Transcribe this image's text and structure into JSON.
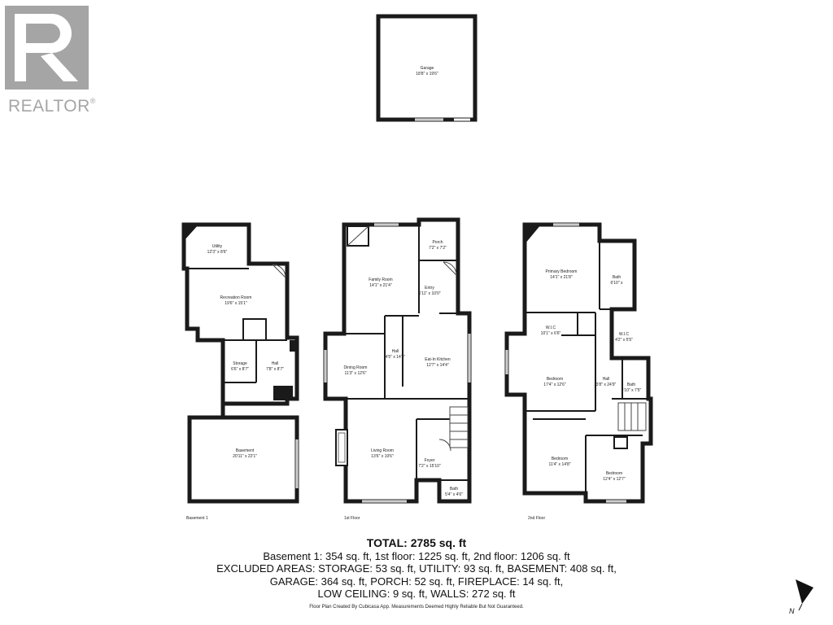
{
  "logo": {
    "word": "REALTOR",
    "reg": "®"
  },
  "garage": {
    "name": "Garage",
    "dim": "18'8\" x 19'6\""
  },
  "levels": {
    "basement": {
      "label": "Basement 1",
      "rooms": {
        "utility": {
          "name": "Utility",
          "dim": "12'3\" x 8'6\""
        },
        "recreation": {
          "name": "Recreation Room",
          "dim": "19'6\" x 15'1\""
        },
        "storage": {
          "name": "Storage",
          "dim": "6'6\" x 8'7\""
        },
        "hall": {
          "name": "Hall",
          "dim": "7'8\" x 8'7\""
        },
        "basement": {
          "name": "Basement",
          "dim": "20'11\" x 22'1\""
        }
      }
    },
    "first": {
      "label": "1st Floor",
      "rooms": {
        "porch": {
          "name": "Porch",
          "dim": "7'2\" x 7'2\""
        },
        "family": {
          "name": "Family Room",
          "dim": "14'1\" x 21'4\""
        },
        "entry": {
          "name": "Entry",
          "dim": "6'11\" x 10'0\""
        },
        "hall": {
          "name": "Hall",
          "dim": "4'5\" x 14'6\""
        },
        "dining": {
          "name": "Dining Room",
          "dim": "11'3\" x 12'6\""
        },
        "kitchen": {
          "name": "Eat-In Kitchen",
          "dim": "12'7\" x 14'4\""
        },
        "living": {
          "name": "Living Room",
          "dim": "13'6\" x 19'6\""
        },
        "foyer": {
          "name": "Foyer",
          "dim": "7'2\" x 15'10\""
        },
        "bath": {
          "name": "Bath",
          "dim": "5'4\" x 4'6\""
        }
      }
    },
    "second": {
      "label": "2nd Floor",
      "rooms": {
        "primary": {
          "name": "Primary Bedroom",
          "dim": "14'1\" x 21'8\""
        },
        "bath1": {
          "name": "Bath",
          "dim": "6'10\" x"
        },
        "wic1": {
          "name": "W.I.C",
          "dim": "10'1\" x 6'6\""
        },
        "wic2": {
          "name": "W.I.C",
          "dim": "4'2\" x 5'5\""
        },
        "bedroom1": {
          "name": "Bedroom",
          "dim": "17'4\" x 12'6\""
        },
        "hall": {
          "name": "Hall",
          "dim": "3'8\" x 24'9\""
        },
        "bath2": {
          "name": "Bath",
          "dim": "6'10\" x 7'5\""
        },
        "bedroom2": {
          "name": "Bedroom",
          "dim": "11'4\" x 14'8\""
        },
        "bedroom3": {
          "name": "Bedroom",
          "dim": "12'4\" x 12'7\""
        }
      }
    }
  },
  "totals": {
    "total": "TOTAL: 2785 sq. ft",
    "line1": "Basement 1: 354 sq. ft, 1st floor: 1225 sq. ft, 2nd floor: 1206 sq. ft",
    "line2": "EXCLUDED AREAS: STORAGE: 53 sq. ft, UTILITY: 93 sq. ft, BASEMENT: 408 sq. ft,",
    "line3": "GARAGE: 364 sq. ft, PORCH: 52 sq. ft, FIREPLACE: 14 sq. ft,",
    "line4": "LOW CEILING: 9 sq. ft, WALLS: 272 sq. ft"
  },
  "credit": "Floor Plan Created By Cubicasa App. Measurements Deemed Highly Reliable But Not Guaranteed.",
  "compass": "N"
}
